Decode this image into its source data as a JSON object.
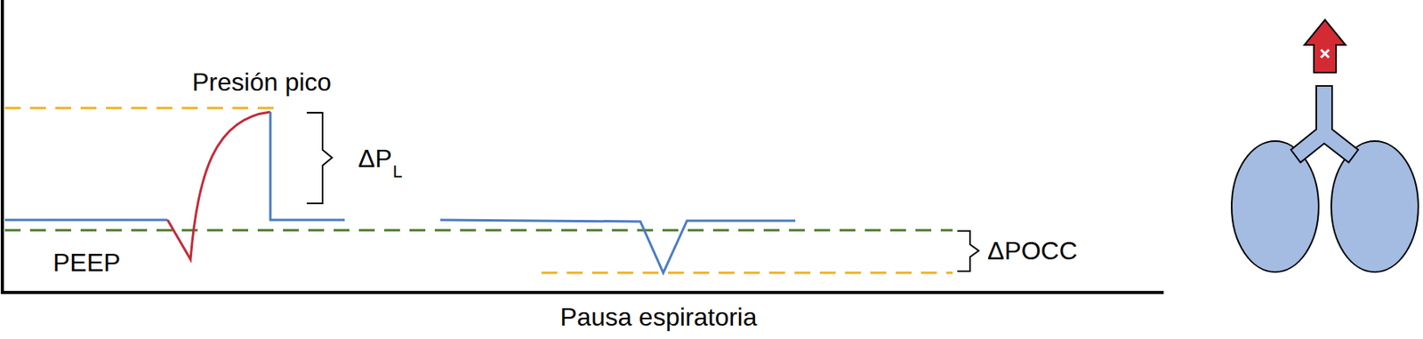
{
  "diagram": {
    "labels": [
      "Presión pico",
      "ΔP",
      "L",
      "PEEP",
      "ΔPOCC",
      "Pausa espiratoria"
    ]
  }
}
